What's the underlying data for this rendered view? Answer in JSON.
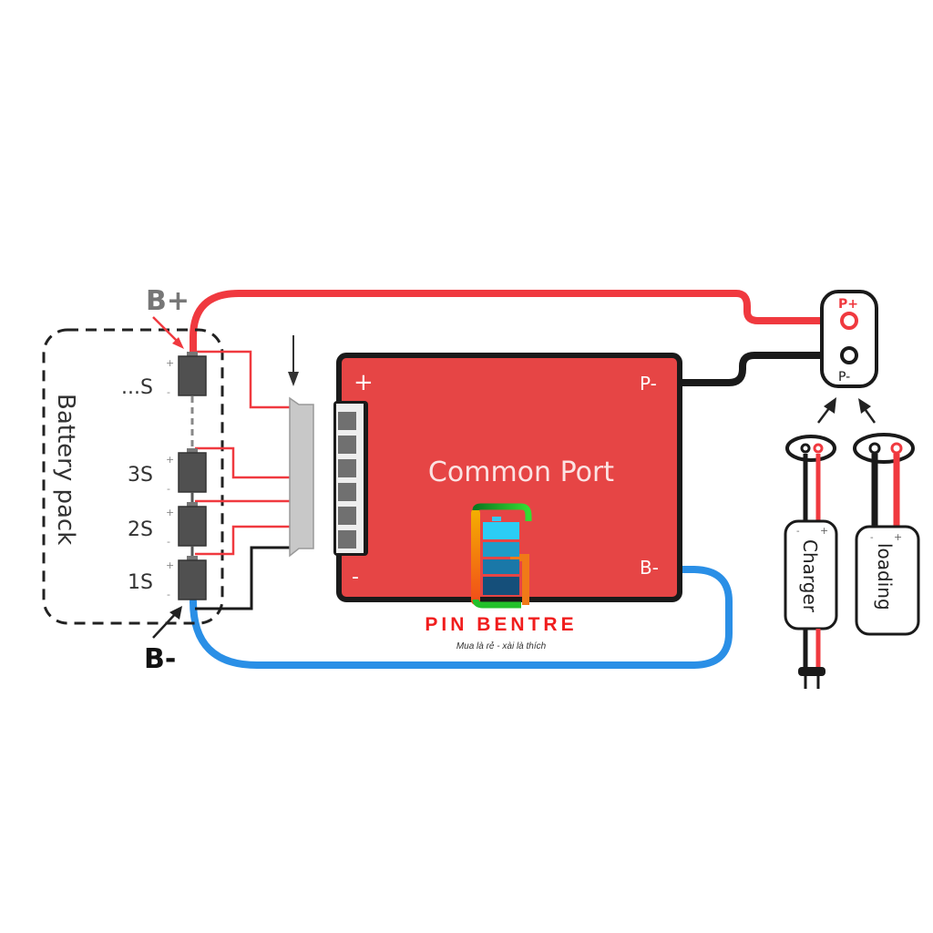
{
  "title": "BMS wiring diagram - Common Port",
  "labels": {
    "b_plus": "B+",
    "b_minus": "B-",
    "battery_pack": "Battery pack",
    "cells": [
      "...S",
      "3S",
      "2S",
      "1S"
    ],
    "cell_plus": "+",
    "cell_minus": "-",
    "board_title": "Common Port",
    "board_plus": "+",
    "board_minus": "-",
    "board_p_minus": "P-",
    "board_b_minus": "B-",
    "port_p_plus": "P+",
    "port_p_minus": "P-",
    "charger": "Charger",
    "loading": "loading",
    "dev_minus": "-",
    "dev_plus": "+"
  },
  "brand": {
    "name": "PIN BENTRE",
    "slogan": "Mua là rẻ - xài là thích"
  },
  "colors": {
    "red_wire": "#f0393f",
    "black_wire": "#1a1a1a",
    "blue_wire": "#2a8fe6",
    "board": "#e64545",
    "brand_red": "#f01d1d"
  }
}
